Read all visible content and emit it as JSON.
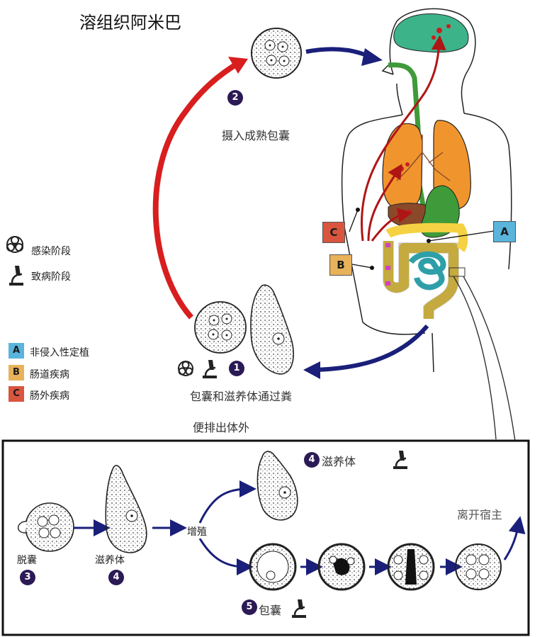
{
  "title": "溶组织阿米巴",
  "steps": {
    "step1": {
      "num": "1",
      "label_line1": "包囊和滋养体通过粪",
      "label_line2": "便排出体外"
    },
    "step2": {
      "num": "2",
      "label": "摄入成熟包囊"
    },
    "step3": {
      "num": "3",
      "label": "脱囊"
    },
    "step4": {
      "num": "4",
      "label": "滋养体"
    },
    "step4b": {
      "num": "4",
      "label": "滋养体"
    },
    "step5": {
      "num": "5",
      "label": "包囊"
    }
  },
  "stage_legend": [
    {
      "icon": "biohazard-icon",
      "label": "感染阶段"
    },
    {
      "icon": "microscope-icon",
      "label": "致病阶段"
    }
  ],
  "disease_legend": [
    {
      "key": "A",
      "label": "非侵入性定植",
      "color": "#5ab4dc"
    },
    {
      "key": "B",
      "label": "肠道疾病",
      "color": "#e8b25a"
    },
    {
      "key": "C",
      "label": "肠外疾病",
      "color": "#d9553e"
    }
  ],
  "inset": {
    "proliferate": "增殖",
    "leave_host": "离开宿主"
  },
  "colors": {
    "red_arrow": "#d81e1e",
    "blue_arrow": "#1a1f7a",
    "brain": "#3db38a",
    "lung": "#f0952e",
    "gut_small": "#2e9fa8",
    "colon": "#f5d243",
    "liver": "#8a4a2a",
    "stomach": "#3f9a3a"
  }
}
